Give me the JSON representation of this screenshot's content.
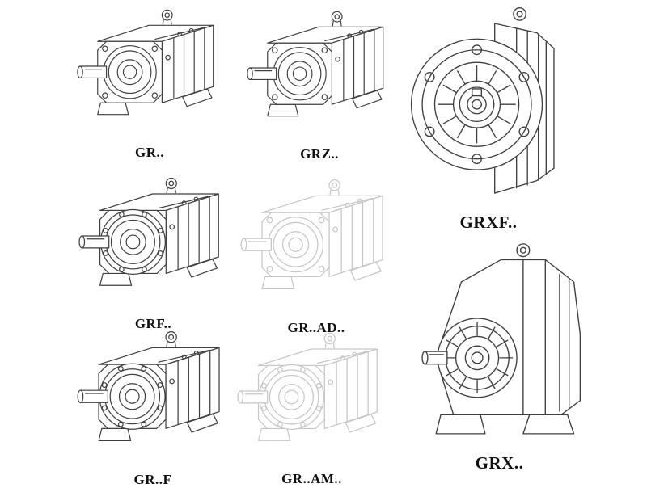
{
  "page": {
    "background_color": "#ffffff",
    "line_color": "#3f3f3f",
    "ghost_line_color": "#c6c6c6",
    "label_color": "#101010"
  },
  "figures": [
    {
      "id": "gr",
      "label": "GR..",
      "drawing": "foot-mounted-helical-gearbox",
      "ghost": false
    },
    {
      "id": "grz",
      "label": "GRZ..",
      "drawing": "foot-mounted-helical-gearbox",
      "ghost": false
    },
    {
      "id": "grxf",
      "label": "GRXF..",
      "drawing": "flange-mounted-gearbox-front-view",
      "ghost": false
    },
    {
      "id": "grf",
      "label": "GRF..",
      "drawing": "flange-and-foot-mounted-gearbox",
      "ghost": false
    },
    {
      "id": "grad",
      "label": "GR..AD..",
      "drawing": "gearbox-with-input-adapter-phantom-view",
      "ghost": true
    },
    {
      "id": "grf2",
      "label": "GR..F",
      "drawing": "flange-and-foot-mounted-gearbox",
      "ghost": false
    },
    {
      "id": "gram",
      "label": "GR..AM..",
      "drawing": "gearbox-with-motor-adapter-phantom-view",
      "ghost": true
    },
    {
      "id": "grx",
      "label": "GRX..",
      "drawing": "large-foot-mounted-gearbox-front-view",
      "ghost": false
    }
  ]
}
